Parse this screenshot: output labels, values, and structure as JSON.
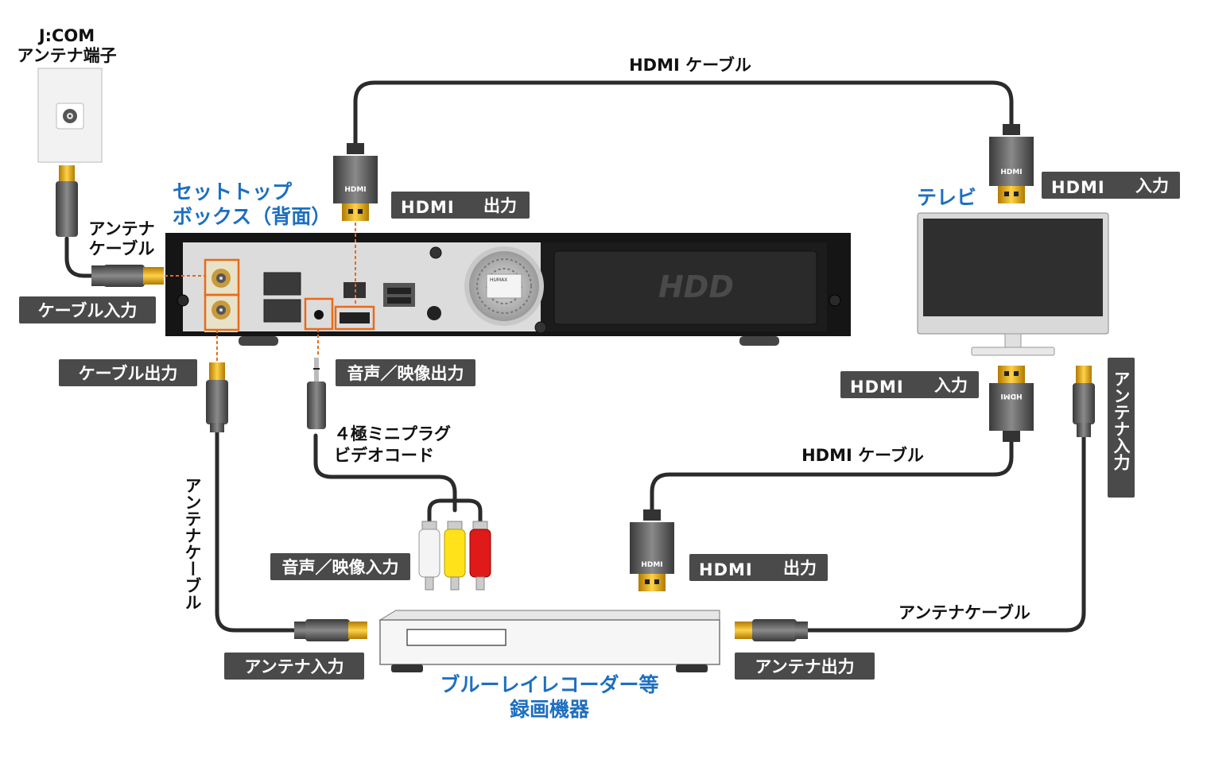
{
  "colors": {
    "accent_blue": "#1d6fc0",
    "label_bg": "#4a4a4a",
    "callout_orange": "#e86a1a",
    "cable": "#2b2b2b",
    "connector_gold": "#f0b400"
  },
  "jcom": {
    "line1": "J:COM",
    "line2": "アンテナ端子"
  },
  "stb": {
    "title_line1": "セットトップ",
    "title_line2": "ボックス（背面）",
    "hdd_mark": "HDD"
  },
  "tv": {
    "title": "テレビ"
  },
  "recorder": {
    "title_line1": "ブルーレイレコーダー等",
    "title_line2": "録画機器"
  },
  "hdmi_logo": "HDMI",
  "cables": {
    "hdmi_top": "HDMI ケーブル",
    "hdmi_bottom": "HDMI ケーブル",
    "antenna_top_line1": "アンテナ",
    "antenna_top_line2": "ケーブル",
    "antenna_left_vertical": "アンテナケーブル",
    "antenna_right": "アンテナケーブル",
    "av_line1": "４極ミニプラグ",
    "av_line2": "ビデオコード"
  },
  "labels": {
    "cable_input": "ケーブル入力",
    "cable_output": "ケーブル出力",
    "stb_hdmi_output_suffix": "出力",
    "tv_hdmi_input_top_suffix": "入力",
    "tv_hdmi_input_bottom_suffix": "入力",
    "audio_video_output": "音声／映像出力",
    "audio_video_input": "音声／映像入力",
    "rec_hdmi_output_suffix": "出力",
    "antenna_input_vertical": "アンテナ入力",
    "rec_antenna_input": "アンテナ入力",
    "rec_antenna_output": "アンテナ出力"
  }
}
